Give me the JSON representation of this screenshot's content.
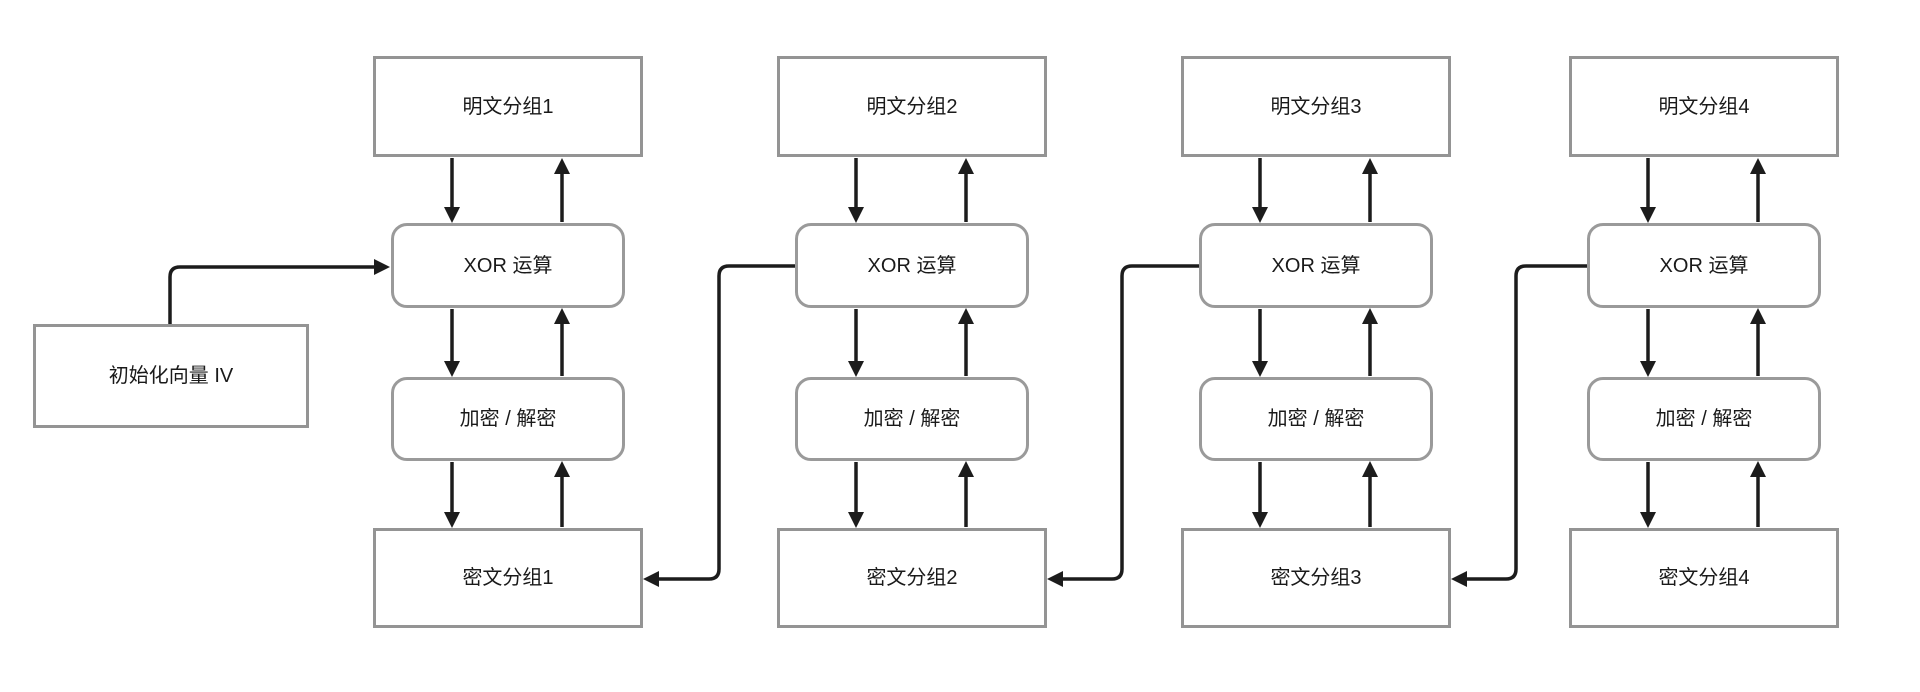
{
  "diagram": {
    "type": "flowchart",
    "topic": "CBC block cipher chaining (encrypt / decrypt)",
    "colors": {
      "background": "#ffffff",
      "box_border": "#949494",
      "rounded_box_border": "#9a9a9a",
      "arrow": "#1c1c1c",
      "text": "#1a1a1a"
    },
    "iv_box": {
      "label": "初始化向量 IV"
    },
    "columns": [
      {
        "plaintext": "明文分组1",
        "xor": "XOR 运算",
        "cipher_op": "加密 / 解密",
        "ciphertext": "密文分组1"
      },
      {
        "plaintext": "明文分组2",
        "xor": "XOR 运算",
        "cipher_op": "加密 / 解密",
        "ciphertext": "密文分组2"
      },
      {
        "plaintext": "明文分组3",
        "xor": "XOR 运算",
        "cipher_op": "加密 / 解密",
        "ciphertext": "密文分组3"
      },
      {
        "plaintext": "明文分组4",
        "xor": "XOR 运算",
        "cipher_op": "加密 / 解密",
        "ciphertext": "密文分组4"
      }
    ]
  }
}
